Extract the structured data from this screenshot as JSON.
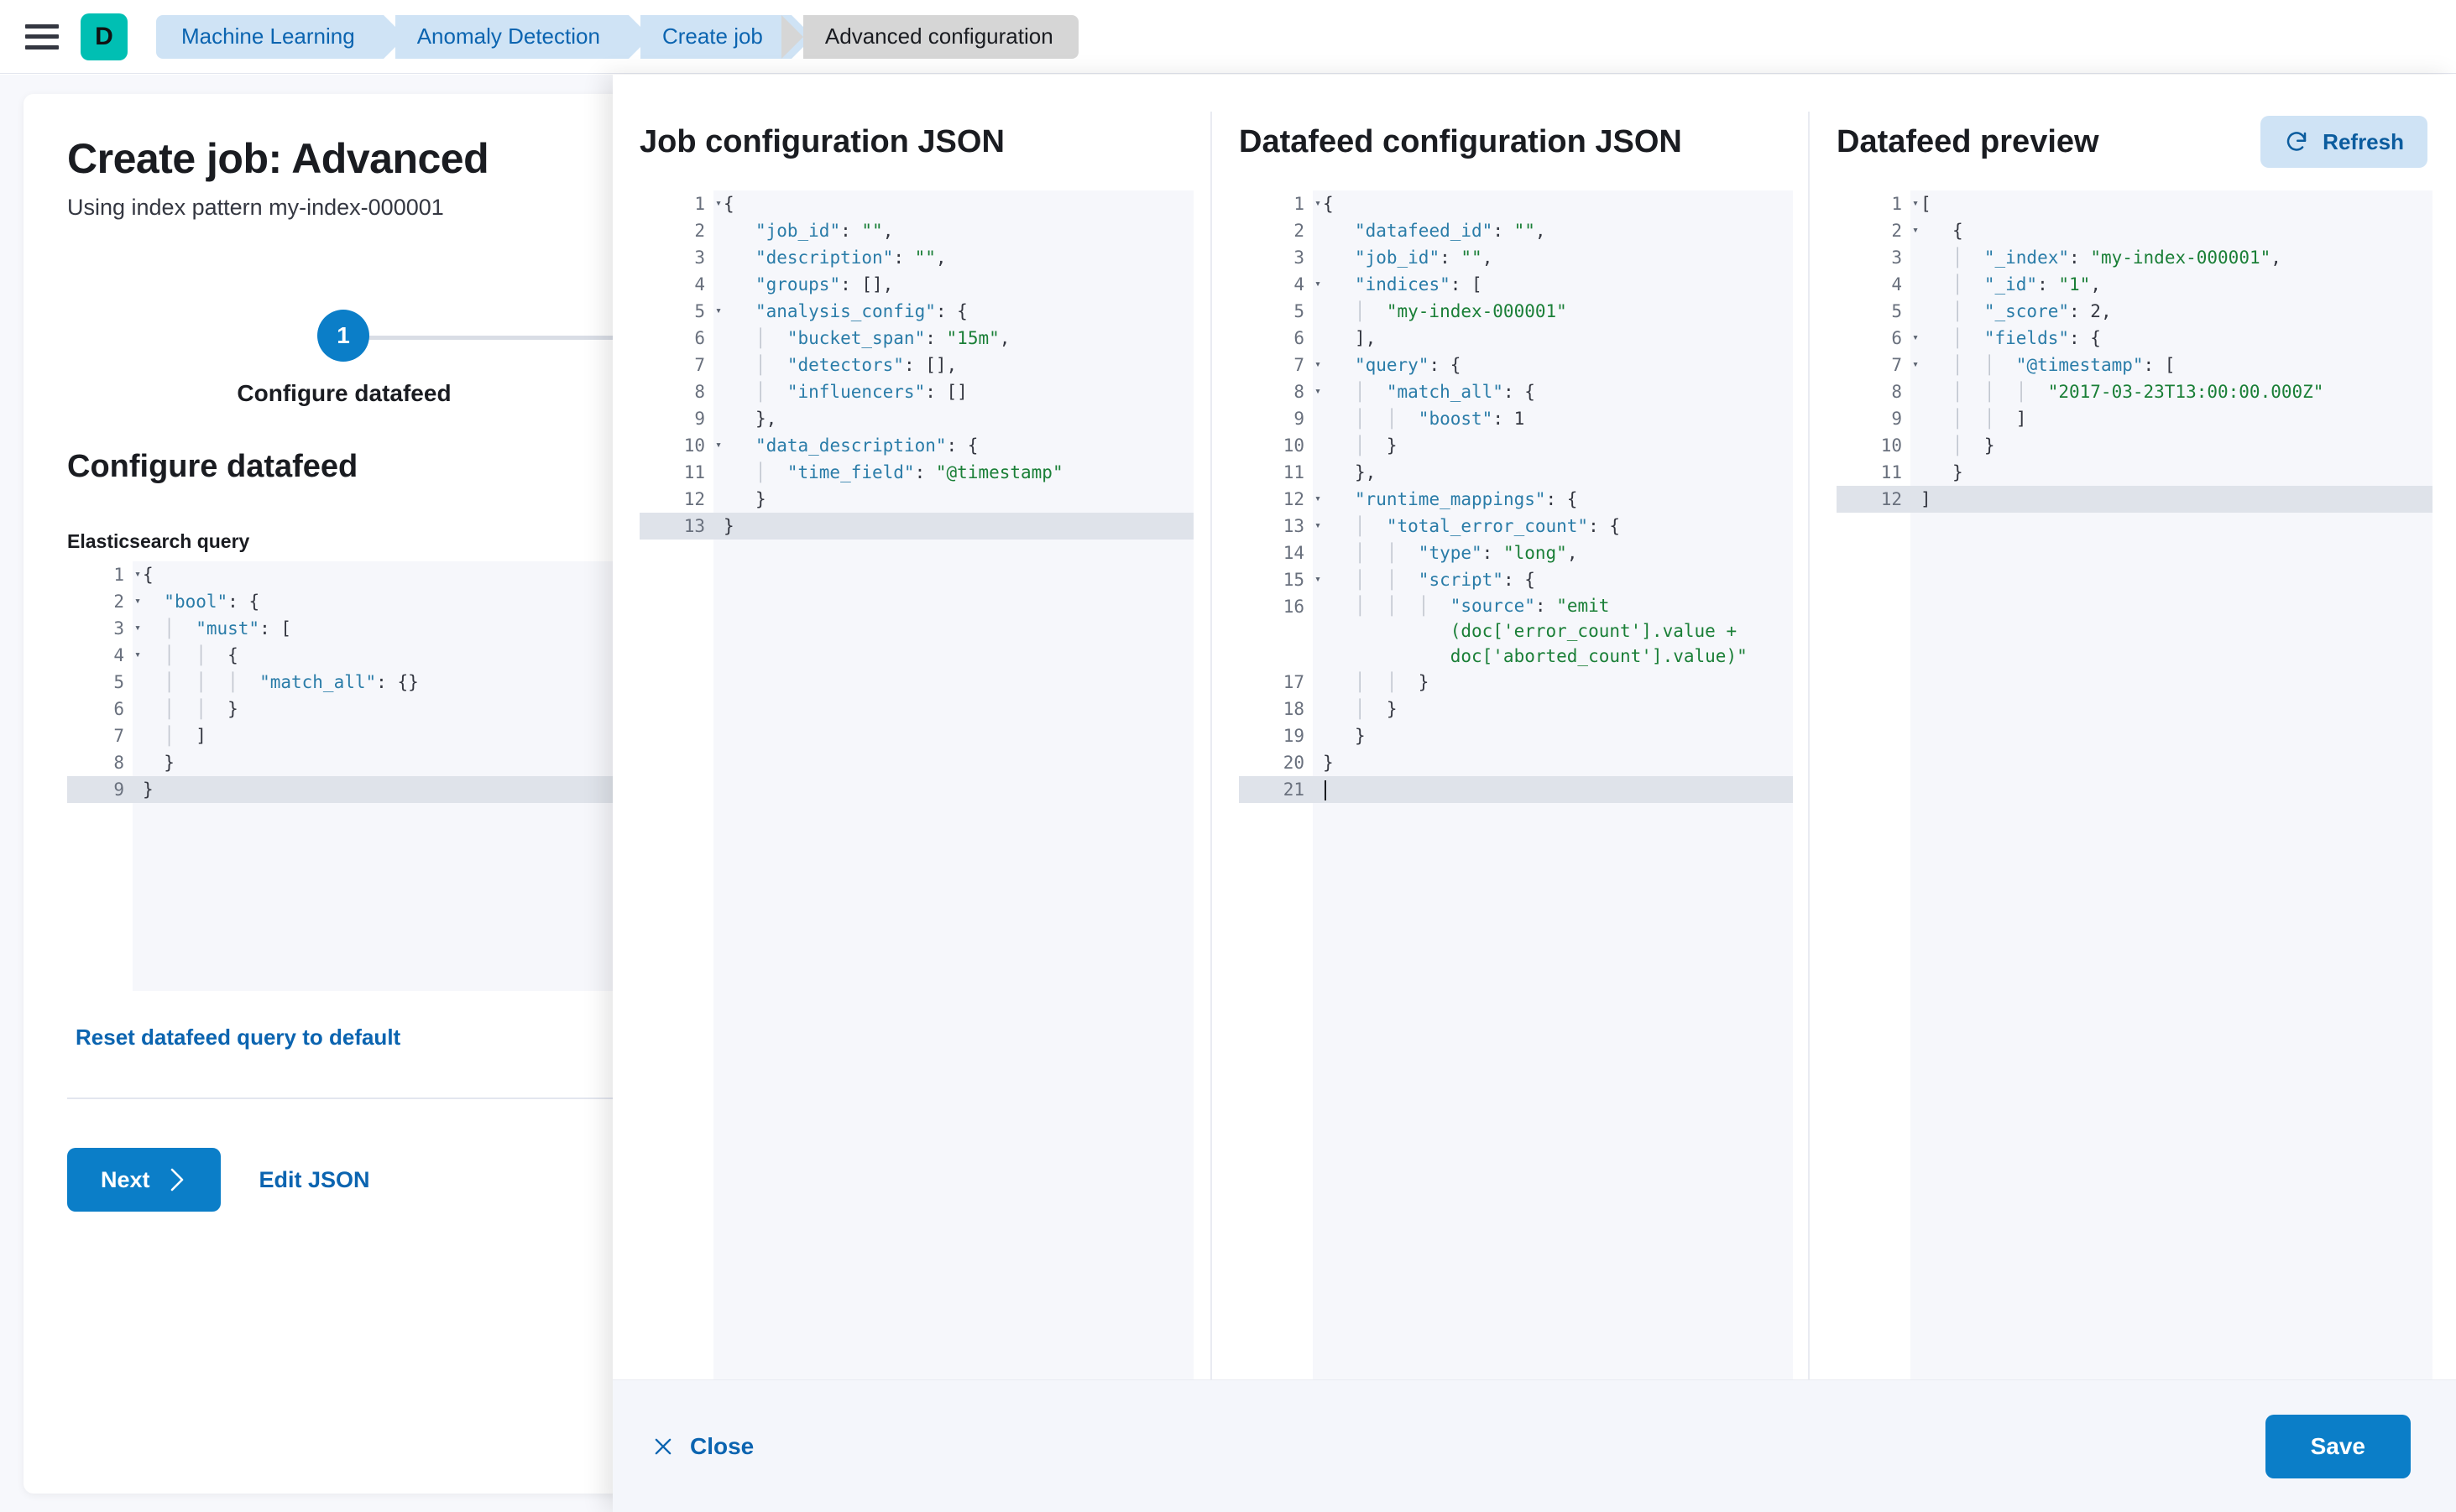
{
  "topbar": {
    "menu_icon": "hamburger-icon",
    "app_logo_letter": "D",
    "breadcrumbs": [
      {
        "label": "Machine Learning",
        "active": false
      },
      {
        "label": "Anomaly Detection",
        "active": false
      },
      {
        "label": "Create job",
        "active": false
      },
      {
        "label": "Advanced configuration",
        "active": true
      }
    ]
  },
  "left_panel": {
    "title": "Create job: Advanced",
    "subtitle": "Using index pattern my-index-000001",
    "step": {
      "number": "1",
      "label": "Configure datafeed"
    },
    "section_heading": "Configure datafeed",
    "query_field_label": "Elasticsearch query",
    "reset_link": "Reset datafeed query to default",
    "next_button": "Next",
    "edit_json_button": "Edit JSON",
    "query_lines": [
      {
        "n": "1",
        "fold": true,
        "text": "{"
      },
      {
        "n": "2",
        "fold": true,
        "text": "  \"bool\": {"
      },
      {
        "n": "3",
        "fold": true,
        "text": "  |  \"must\": ["
      },
      {
        "n": "4",
        "fold": true,
        "text": "  |  |  {"
      },
      {
        "n": "5",
        "fold": false,
        "text": "  |  |  |  \"match_all\": {}"
      },
      {
        "n": "6",
        "fold": false,
        "text": "  |  |  }"
      },
      {
        "n": "7",
        "fold": false,
        "text": "  |  ]"
      },
      {
        "n": "8",
        "fold": false,
        "text": "  }"
      },
      {
        "n": "9",
        "fold": false,
        "text": "}",
        "active": true
      }
    ]
  },
  "flyout": {
    "columns": [
      {
        "title": "Job configuration JSON"
      },
      {
        "title": "Datafeed configuration JSON"
      },
      {
        "title": "Datafeed preview",
        "refresh_label": "Refresh",
        "refresh_icon": "refresh-icon"
      }
    ],
    "job_config_lines": [
      {
        "n": "1",
        "fold": true,
        "text": "{"
      },
      {
        "n": "2",
        "fold": false,
        "text": "   \"job_id\": \"\","
      },
      {
        "n": "3",
        "fold": false,
        "text": "   \"description\": \"\","
      },
      {
        "n": "4",
        "fold": false,
        "text": "   \"groups\": [],"
      },
      {
        "n": "5",
        "fold": true,
        "text": "   \"analysis_config\": {"
      },
      {
        "n": "6",
        "fold": false,
        "text": "   |  \"bucket_span\": \"15m\","
      },
      {
        "n": "7",
        "fold": false,
        "text": "   |  \"detectors\": [],"
      },
      {
        "n": "8",
        "fold": false,
        "text": "   |  \"influencers\": []"
      },
      {
        "n": "9",
        "fold": false,
        "text": "   },"
      },
      {
        "n": "10",
        "fold": true,
        "text": "   \"data_description\": {"
      },
      {
        "n": "11",
        "fold": false,
        "text": "   |  \"time_field\": \"@timestamp\""
      },
      {
        "n": "12",
        "fold": false,
        "text": "   }"
      },
      {
        "n": "13",
        "fold": false,
        "text": "}",
        "active": true
      }
    ],
    "datafeed_config_lines": [
      {
        "n": "1",
        "fold": true,
        "text": "{"
      },
      {
        "n": "2",
        "fold": false,
        "text": "   \"datafeed_id\": \"\","
      },
      {
        "n": "3",
        "fold": false,
        "text": "   \"job_id\": \"\","
      },
      {
        "n": "4",
        "fold": true,
        "text": "   \"indices\": ["
      },
      {
        "n": "5",
        "fold": false,
        "text": "   |  \"my-index-000001\""
      },
      {
        "n": "6",
        "fold": false,
        "text": "   ],"
      },
      {
        "n": "7",
        "fold": true,
        "text": "   \"query\": {"
      },
      {
        "n": "8",
        "fold": true,
        "text": "   |  \"match_all\": {"
      },
      {
        "n": "9",
        "fold": false,
        "text": "   |  |  \"boost\": 1"
      },
      {
        "n": "10",
        "fold": false,
        "text": "   |  }"
      },
      {
        "n": "11",
        "fold": false,
        "text": "   },"
      },
      {
        "n": "12",
        "fold": true,
        "text": "   \"runtime_mappings\": {"
      },
      {
        "n": "13",
        "fold": true,
        "text": "   |  \"total_error_count\": {"
      },
      {
        "n": "14",
        "fold": false,
        "text": "   |  |  \"type\": \"long\","
      },
      {
        "n": "15",
        "fold": true,
        "text": "   |  |  \"script\": {"
      },
      {
        "n": "16",
        "fold": false,
        "wrapped": true,
        "text": "   |  |  |  \"source\": \"emit\n            (doc['error_count'].value +\n            doc['aborted_count'].value)\""
      },
      {
        "n": "17",
        "fold": false,
        "text": "   |  |  }"
      },
      {
        "n": "18",
        "fold": false,
        "text": "   |  }"
      },
      {
        "n": "19",
        "fold": false,
        "text": "   }"
      },
      {
        "n": "20",
        "fold": false,
        "text": "}"
      },
      {
        "n": "21",
        "fold": false,
        "text": "",
        "active": true,
        "caret": true
      }
    ],
    "datafeed_preview_lines": [
      {
        "n": "1",
        "fold": true,
        "text": "["
      },
      {
        "n": "2",
        "fold": true,
        "text": "   {"
      },
      {
        "n": "3",
        "fold": false,
        "text": "   |  \"_index\": \"my-index-000001\","
      },
      {
        "n": "4",
        "fold": false,
        "text": "   |  \"_id\": \"1\","
      },
      {
        "n": "5",
        "fold": false,
        "text": "   |  \"_score\": 2,"
      },
      {
        "n": "6",
        "fold": true,
        "text": "   |  \"fields\": {"
      },
      {
        "n": "7",
        "fold": true,
        "text": "   |  |  \"@timestamp\": ["
      },
      {
        "n": "8",
        "fold": false,
        "text": "   |  |  |  \"2017-03-23T13:00:00.000Z\""
      },
      {
        "n": "9",
        "fold": false,
        "text": "   |  |  ]"
      },
      {
        "n": "10",
        "fold": false,
        "text": "   |  }"
      },
      {
        "n": "11",
        "fold": false,
        "text": "   }"
      },
      {
        "n": "12",
        "fold": false,
        "text": "]",
        "active": true
      }
    ],
    "footer": {
      "close_label": "Close",
      "close_icon": "close-icon",
      "save_label": "Save"
    }
  },
  "colors": {
    "accent_blue": "#0b7ec8",
    "link_blue": "#0b64b0",
    "brand_teal": "#00bfb3",
    "crumb_blue": "#cfe3f5",
    "crumb_grey": "#d6d6d6",
    "code_key": "#2a7ca8",
    "code_string": "#1a7f37",
    "editor_bg": "#f6f7fb",
    "active_line": "#dfe3ea"
  }
}
